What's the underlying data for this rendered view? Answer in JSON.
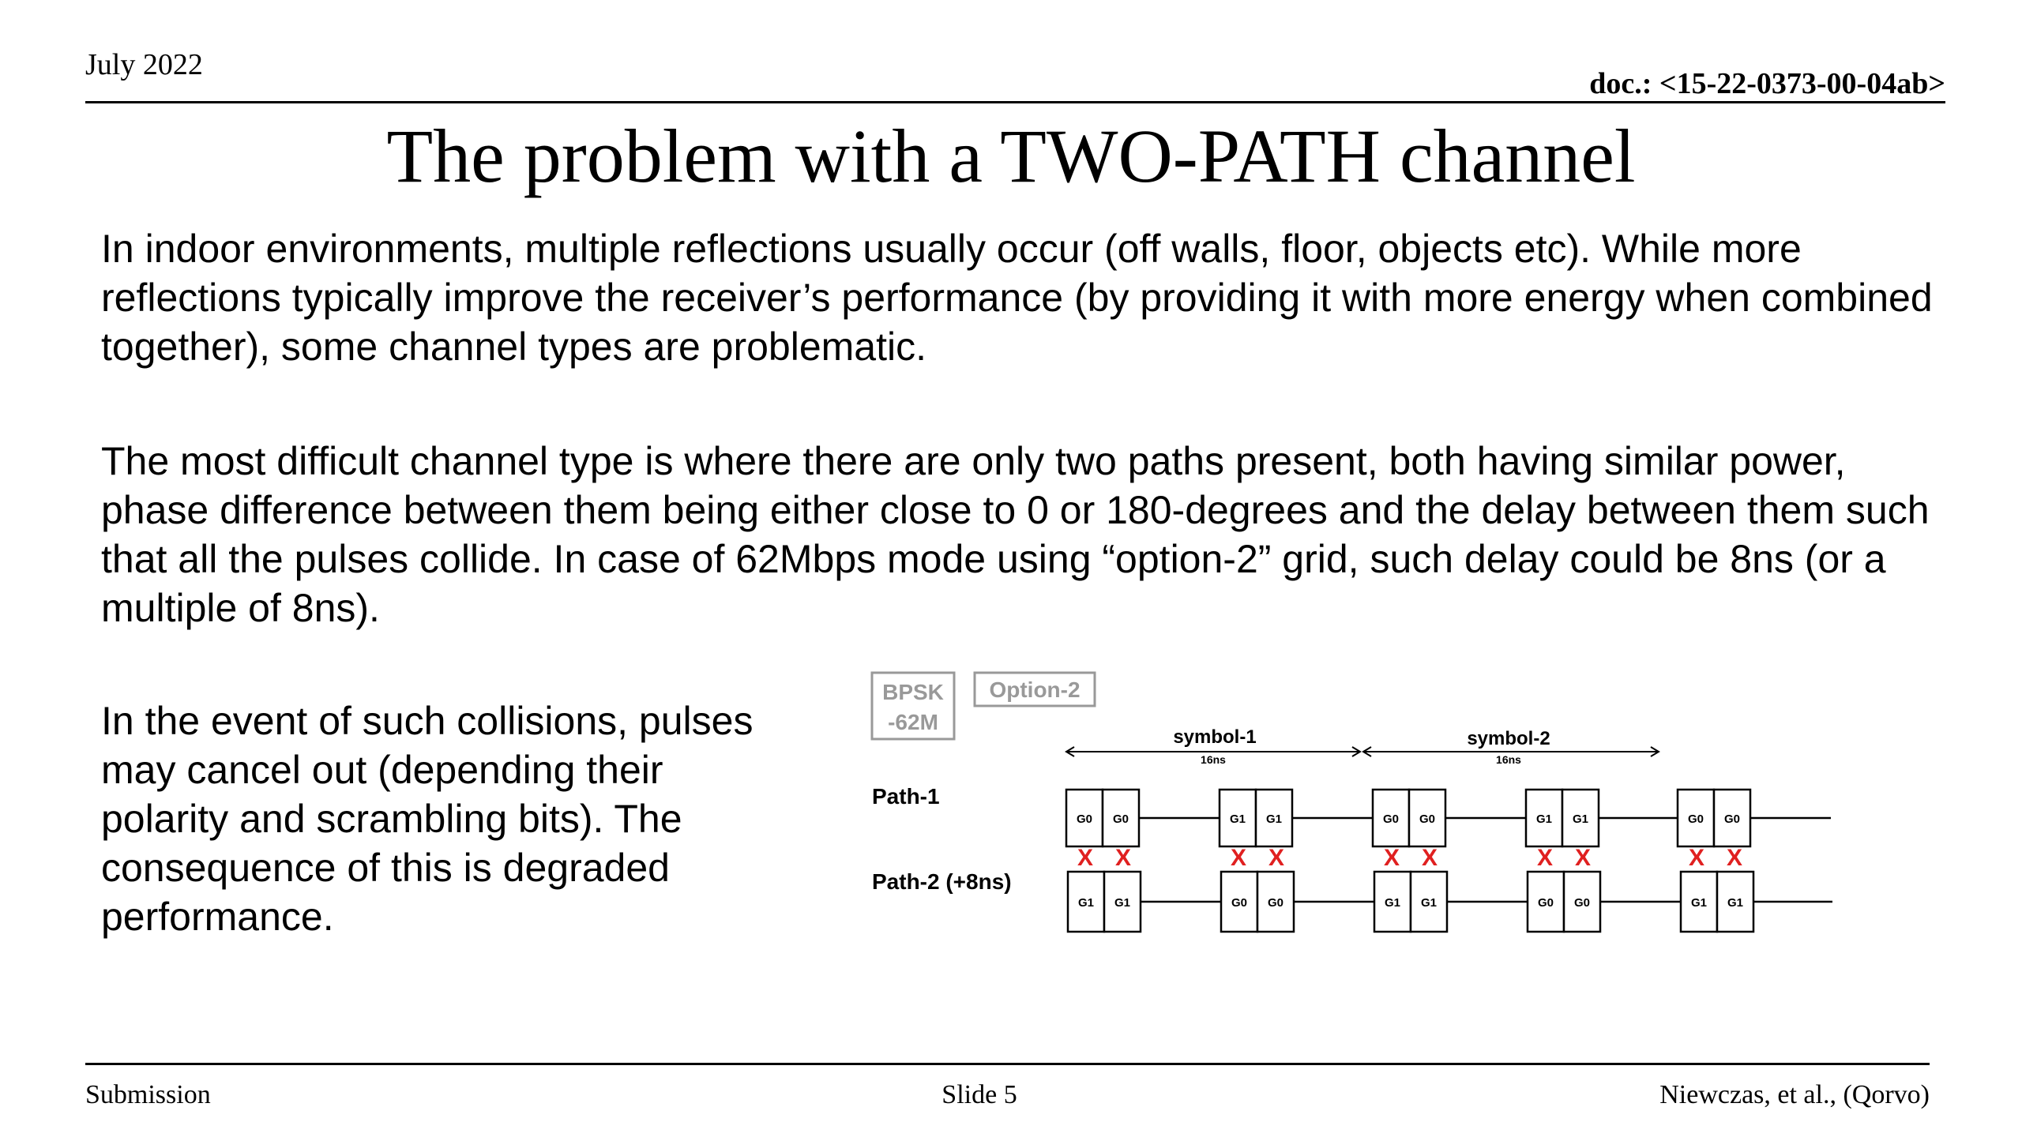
{
  "header": {
    "date": "July 2022",
    "doc_id": "doc.: <15-22-0373-00-04ab>"
  },
  "title": "The problem with a TWO-PATH channel",
  "paragraphs": [
    "In indoor environments, multiple reflections usually occur (off walls, floor, objects etc). While more reflections typically improve the receiver’s performance (by providing it with more energy when combined together), some channel types are problematic.",
    "The most difficult channel type is where there are only two paths present, both having similar power, phase difference between them being either close to 0 or 180-degrees and the delay between them such that all the pulses collide. In case of 62Mbps mode using “option-2” grid, such delay could be 8ns (or a multiple of 8ns).",
    "In the event of such collisions, pulses may cancel out (depending their polarity and scrambling bits). The consequence of this is degraded performance."
  ],
  "diagram": {
    "mode_label_line1": "BPSK",
    "mode_label_line2": "-62M",
    "grid_label": "Option-2",
    "symbol1_label": "symbol-1",
    "symbol2_label": "symbol-2",
    "symbol1_duration": "16ns",
    "symbol2_duration": "16ns",
    "path1_label": "Path-1",
    "path2_label": "Path-2 (+8ns)",
    "path1_pulses": [
      [
        "G0",
        "G0"
      ],
      [
        "G1",
        "G1"
      ],
      [
        "G0",
        "G0"
      ],
      [
        "G1",
        "G1"
      ],
      [
        "G0",
        "G0"
      ]
    ],
    "path2_pulses": [
      [
        "G1",
        "G1"
      ],
      [
        "G0",
        "G0"
      ],
      [
        "G1",
        "G1"
      ],
      [
        "G0",
        "G0"
      ],
      [
        "G1",
        "G1"
      ]
    ],
    "collision_mark": "X",
    "collision_color": "#e02020"
  },
  "footer": {
    "left": "Submission",
    "center": "Slide 5",
    "right": "Niewczas, et al., (Qorvo)"
  }
}
